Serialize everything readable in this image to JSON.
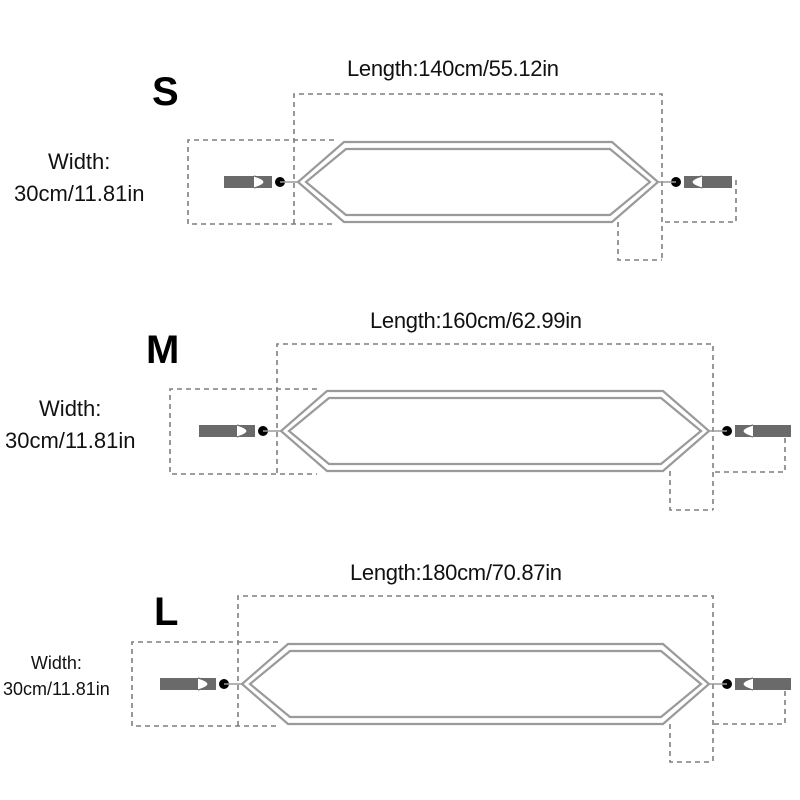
{
  "colors": {
    "outline": "#9a9a9a",
    "dash": "#7f7f7f",
    "tassel": "#6a6a6a",
    "bead": "#000000"
  },
  "sizes": [
    {
      "letter": "S",
      "length_text": "Length:140cm/55.12in",
      "width_title": "Width:",
      "width_value": "30cm/11.81in"
    },
    {
      "letter": "M",
      "length_text": "Length:160cm/62.99in",
      "width_title": "Width:",
      "width_value": "30cm/11.81in"
    },
    {
      "letter": "L",
      "length_text": "Length:180cm/70.87in",
      "width_title": "Width:",
      "width_value": "30cm/11.81in"
    }
  ]
}
